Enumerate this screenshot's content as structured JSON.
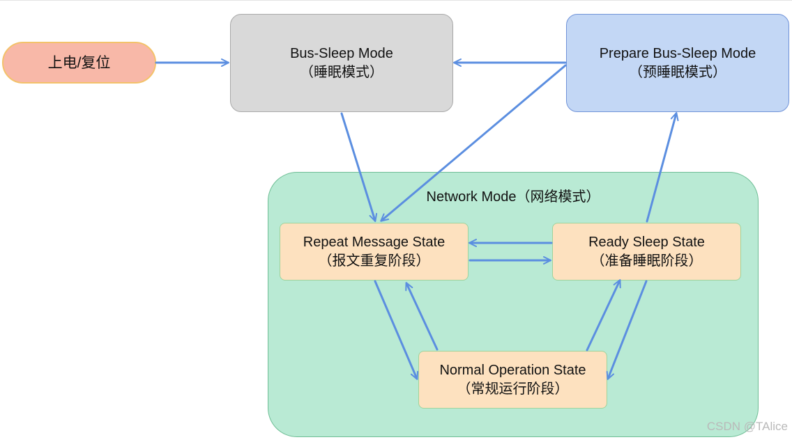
{
  "diagram": {
    "power_on": {
      "label": "上电/复位"
    },
    "bus_sleep": {
      "title": "Bus-Sleep Mode",
      "subtitle": "（睡眠模式）"
    },
    "prepare_bus_sleep": {
      "title": "Prepare Bus-Sleep Mode",
      "subtitle": "（预睡眠模式）"
    },
    "network_mode": {
      "label": "Network Mode（网络模式）"
    },
    "repeat_message": {
      "title": "Repeat Message State",
      "subtitle": "（报文重复阶段）"
    },
    "ready_sleep": {
      "title": "Ready Sleep State",
      "subtitle": "（准备睡眠阶段）"
    },
    "normal_operation": {
      "title": "Normal Operation State",
      "subtitle": "（常规运行阶段）"
    }
  },
  "edges": [
    {
      "from": "power_on",
      "to": "bus_sleep"
    },
    {
      "from": "prepare_bus_sleep",
      "to": "bus_sleep"
    },
    {
      "from": "bus_sleep",
      "to": "repeat_message"
    },
    {
      "from": "prepare_bus_sleep",
      "to": "repeat_message"
    },
    {
      "from": "ready_sleep",
      "to": "prepare_bus_sleep"
    },
    {
      "from": "ready_sleep",
      "to": "repeat_message"
    },
    {
      "from": "repeat_message",
      "to": "ready_sleep"
    },
    {
      "from": "repeat_message",
      "to": "normal_operation"
    },
    {
      "from": "normal_operation",
      "to": "repeat_message"
    },
    {
      "from": "normal_operation",
      "to": "ready_sleep"
    },
    {
      "from": "ready_sleep",
      "to": "normal_operation"
    }
  ],
  "colors": {
    "arrow": "#5b8ee0",
    "power_fill": "#f8b8a8",
    "bus_sleep_fill": "#d9d9d9",
    "prepare_fill": "#c3d7f5",
    "network_fill": "#b9ead4",
    "state_fill": "#fde1bf"
  },
  "watermark": "CSDN @TAlice"
}
